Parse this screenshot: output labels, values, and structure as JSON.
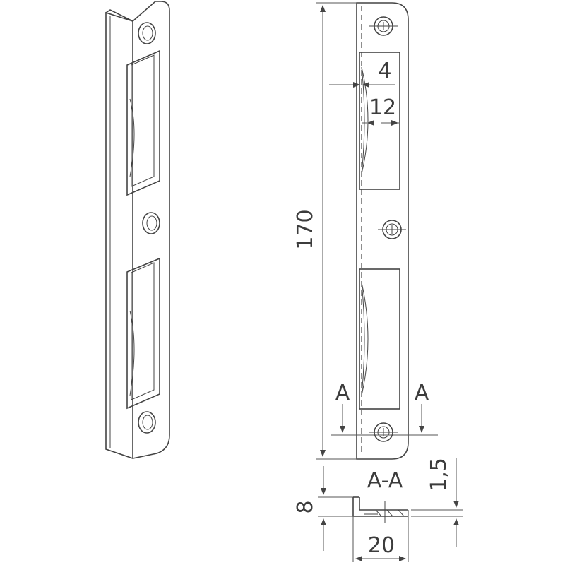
{
  "dimensions": {
    "length": "170",
    "inset": "4",
    "opening": "12",
    "depth": "8",
    "width": "20",
    "thickness": "1,5"
  },
  "section": {
    "marker_left": "A",
    "marker_right": "A",
    "title": "A-A"
  },
  "colors": {
    "stroke": "#444444",
    "text": "#3c3c3c",
    "background": "#ffffff"
  }
}
